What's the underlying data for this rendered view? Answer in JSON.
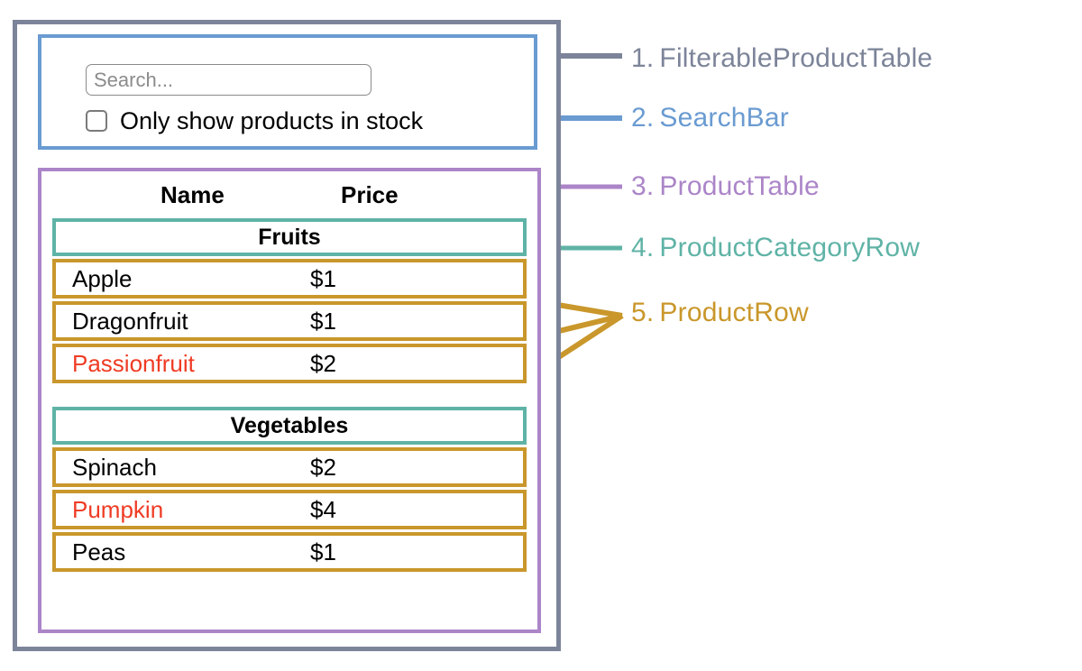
{
  "colors": {
    "filterable_product_table": "#7c8499",
    "search_bar": "#6a9bd1",
    "product_table": "#ab85c8",
    "product_category_row": "#5fb3a6",
    "product_row": "#c9972b",
    "out_of_stock_text": "#ef3b24",
    "text": "#000000",
    "placeholder": "#8c8c8c"
  },
  "search_bar": {
    "input_value": "",
    "input_placeholder": "Search...",
    "checkbox_label": "Only show products in stock",
    "checkbox_checked": false
  },
  "product_table": {
    "columns": [
      "Name",
      "Price"
    ],
    "groups": [
      {
        "category": "Fruits",
        "rows": [
          {
            "name": "Apple",
            "price": "$1",
            "in_stock": true
          },
          {
            "name": "Dragonfruit",
            "price": "$1",
            "in_stock": true
          },
          {
            "name": "Passionfruit",
            "price": "$2",
            "in_stock": false
          }
        ]
      },
      {
        "category": "Vegetables",
        "rows": [
          {
            "name": "Spinach",
            "price": "$2",
            "in_stock": true
          },
          {
            "name": "Pumpkin",
            "price": "$4",
            "in_stock": false
          },
          {
            "name": "Peas",
            "price": "$1",
            "in_stock": true
          }
        ]
      }
    ]
  },
  "annotations": [
    {
      "number": "1.",
      "label": "FilterableProductTable",
      "color": "#7c8499"
    },
    {
      "number": "2.",
      "label": "SearchBar",
      "color": "#6a9bd1"
    },
    {
      "number": "3.",
      "label": "ProductTable",
      "color": "#ab85c8"
    },
    {
      "number": "4.",
      "label": "ProductCategoryRow",
      "color": "#5fb3a6"
    },
    {
      "number": "5.",
      "label": "ProductRow",
      "color": "#c9972b"
    }
  ]
}
